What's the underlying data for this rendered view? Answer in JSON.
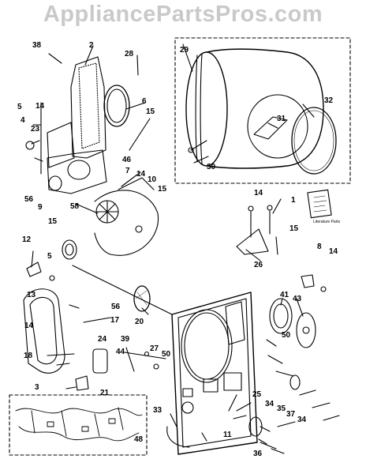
{
  "watermark": "AppliancePartsPros.com",
  "literature_label": "Literature Parts",
  "callouts": [
    {
      "id": "c-38",
      "text": "38"
    },
    {
      "id": "c-2",
      "text": "2"
    },
    {
      "id": "c-28",
      "text": "28"
    },
    {
      "id": "c-29",
      "text": "29"
    },
    {
      "id": "c-5a",
      "text": "5"
    },
    {
      "id": "c-14a",
      "text": "14"
    },
    {
      "id": "c-4",
      "text": "4"
    },
    {
      "id": "c-23",
      "text": "23"
    },
    {
      "id": "c-6",
      "text": "6"
    },
    {
      "id": "c-15a",
      "text": "15"
    },
    {
      "id": "c-31",
      "text": "31"
    },
    {
      "id": "c-32",
      "text": "32"
    },
    {
      "id": "c-30",
      "text": "30"
    },
    {
      "id": "c-46",
      "text": "46"
    },
    {
      "id": "c-7",
      "text": "7"
    },
    {
      "id": "c-14b",
      "text": "14"
    },
    {
      "id": "c-10",
      "text": "10"
    },
    {
      "id": "c-15b",
      "text": "15"
    },
    {
      "id": "c-56a",
      "text": "56"
    },
    {
      "id": "c-9",
      "text": "9"
    },
    {
      "id": "c-15c",
      "text": "15"
    },
    {
      "id": "c-58",
      "text": "58"
    },
    {
      "id": "c-14c",
      "text": "14"
    },
    {
      "id": "c-1",
      "text": "1"
    },
    {
      "id": "c-15d",
      "text": "15"
    },
    {
      "id": "c-12",
      "text": "12"
    },
    {
      "id": "c-5b",
      "text": "5"
    },
    {
      "id": "c-26",
      "text": "26"
    },
    {
      "id": "c-8",
      "text": "8"
    },
    {
      "id": "c-14d",
      "text": "14"
    },
    {
      "id": "c-13",
      "text": "13"
    },
    {
      "id": "c-56b",
      "text": "56"
    },
    {
      "id": "c-17",
      "text": "17"
    },
    {
      "id": "c-14e",
      "text": "14"
    },
    {
      "id": "c-20",
      "text": "20"
    },
    {
      "id": "c-41",
      "text": "41"
    },
    {
      "id": "c-43",
      "text": "43"
    },
    {
      "id": "c-39",
      "text": "39"
    },
    {
      "id": "c-24",
      "text": "24"
    },
    {
      "id": "c-27",
      "text": "27"
    },
    {
      "id": "c-50a",
      "text": "50"
    },
    {
      "id": "c-50b",
      "text": "50"
    },
    {
      "id": "c-18",
      "text": "18"
    },
    {
      "id": "c-44",
      "text": "44"
    },
    {
      "id": "c-3",
      "text": "3"
    },
    {
      "id": "c-21",
      "text": "21"
    },
    {
      "id": "c-25",
      "text": "25"
    },
    {
      "id": "c-33",
      "text": "33"
    },
    {
      "id": "c-34a",
      "text": "34"
    },
    {
      "id": "c-35",
      "text": "35"
    },
    {
      "id": "c-37",
      "text": "37"
    },
    {
      "id": "c-34b",
      "text": "34"
    },
    {
      "id": "c-11",
      "text": "11"
    },
    {
      "id": "c-48",
      "text": "48"
    },
    {
      "id": "c-36",
      "text": "36"
    }
  ]
}
